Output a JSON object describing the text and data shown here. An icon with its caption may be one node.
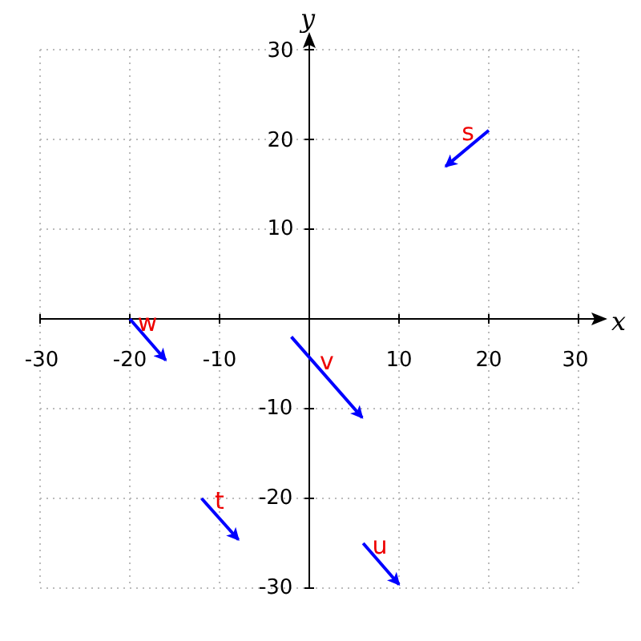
{
  "diagram": {
    "labels": [
      "y",
      "30",
      "s",
      "20",
      "10",
      "w",
      "x",
      "-30",
      "-20",
      "-10",
      "10",
      "20",
      "30",
      "v",
      "-10",
      "-20",
      "t",
      "u",
      "-30"
    ]
  }
}
